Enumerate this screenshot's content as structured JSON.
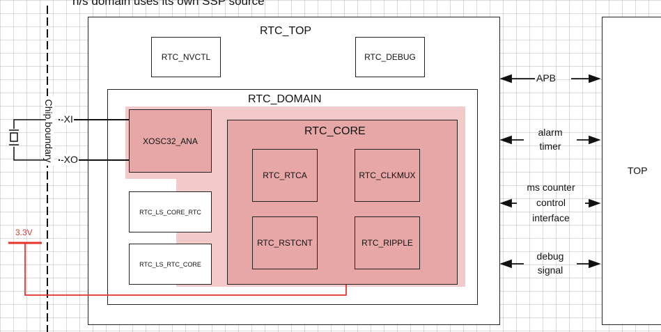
{
  "caption_top": "n/s domain uses its own SSP source",
  "chip_boundary": "Chip boundary",
  "rtc_top": "RTC_TOP",
  "rtc_nvctl": "RTC_NVCTL",
  "rtc_debug": "RTC_DEBUG",
  "rtc_domain": "RTC_DOMAIN",
  "xosc32_ana": "XOSC32_ANA",
  "rtc_core": "RTC_CORE",
  "rtc_rtca": "RTC_RTCA",
  "rtc_clkmux": "RTC_CLKMUX",
  "rtc_rstcnt": "RTC_RSTCNT",
  "rtc_ripple": "RTC_RIPPLE",
  "rtc_ls_core_rtc": "RTC_LS_CORE_RTC",
  "rtc_ls_rtc_core": "RTC_LS_RTC_CORE",
  "pin_xi": "XI",
  "pin_xo": "XO",
  "voltage": "3.3V",
  "apb": "APB",
  "alarm_line1": "alarm",
  "alarm_line2": "timer",
  "ms_line1": "ms counter",
  "ms_line2": "control",
  "ms_line3": "interface",
  "debug_line1": "debug",
  "debug_line2": "signal",
  "top": "TOP",
  "colors": {
    "power_red": "#e8312a",
    "highlight_pink": "#f2c4c4",
    "block_pink": "#e8a7a7"
  }
}
